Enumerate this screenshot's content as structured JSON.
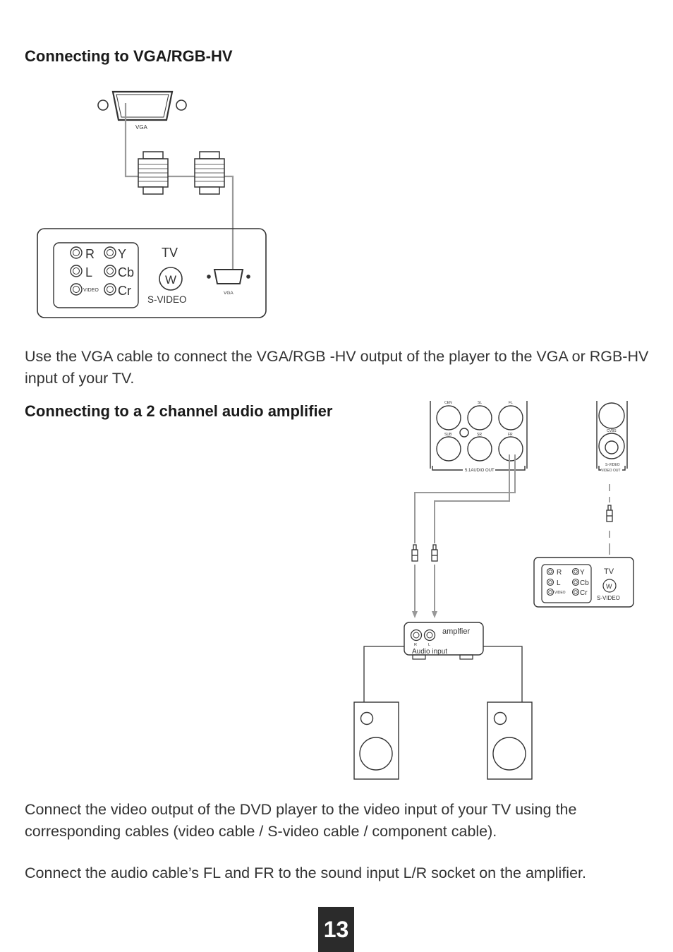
{
  "heading_vga": "Connecting to VGA/RGB-HV",
  "para_vga": "Use the VGA cable to connect the VGA/RGB -HV output of the player to the VGA or RGB-HV input of your TV.",
  "heading_amp": "Connecting to a 2 channel audio amplifier",
  "para_video": "Connect the video output of the DVD player to the video input of your TV using the corresponding cables (video cable / S-video cable / component cable).",
  "para_audio": "Connect the audio cable’s FL and FR to the sound input L/R socket on the amplifier.",
  "page_number": "13",
  "diagram_vga": {
    "player_port_label": "VGA",
    "tv_label": "TV",
    "jack_r": "R",
    "jack_l": "L",
    "jack_video": "VIDEO",
    "jack_y": "Y",
    "jack_cb": "Cb",
    "jack_cr": "Cr",
    "svideo_symbol": "W",
    "svideo_label": "S-VIDEO",
    "tv_vga_label": "VGA"
  },
  "diagram_amp": {
    "jack_cen": "CEN",
    "jack_sl": "SL",
    "jack_fl": "FL",
    "jack_sub": "SUB",
    "jack_sr": "SR",
    "jack_fr": "FR",
    "audio_out_label": "5.1AUDIO OUT",
    "cvbs_label": "CVBS",
    "svideo_top": "S-VIDEO",
    "video_out_label": "VIDEO OUT",
    "tv_label": "TV",
    "jack_r": "R",
    "jack_l": "L",
    "jack_video": "VIDEO",
    "jack_y": "Y",
    "jack_cb": "Cb",
    "jack_cr": "Cr",
    "svideo_symbol": "W",
    "svideo_label": "S-VIDEO",
    "amp_title": "amplfier",
    "amp_r": "R",
    "amp_l": "L",
    "amp_input": "Audio input"
  }
}
